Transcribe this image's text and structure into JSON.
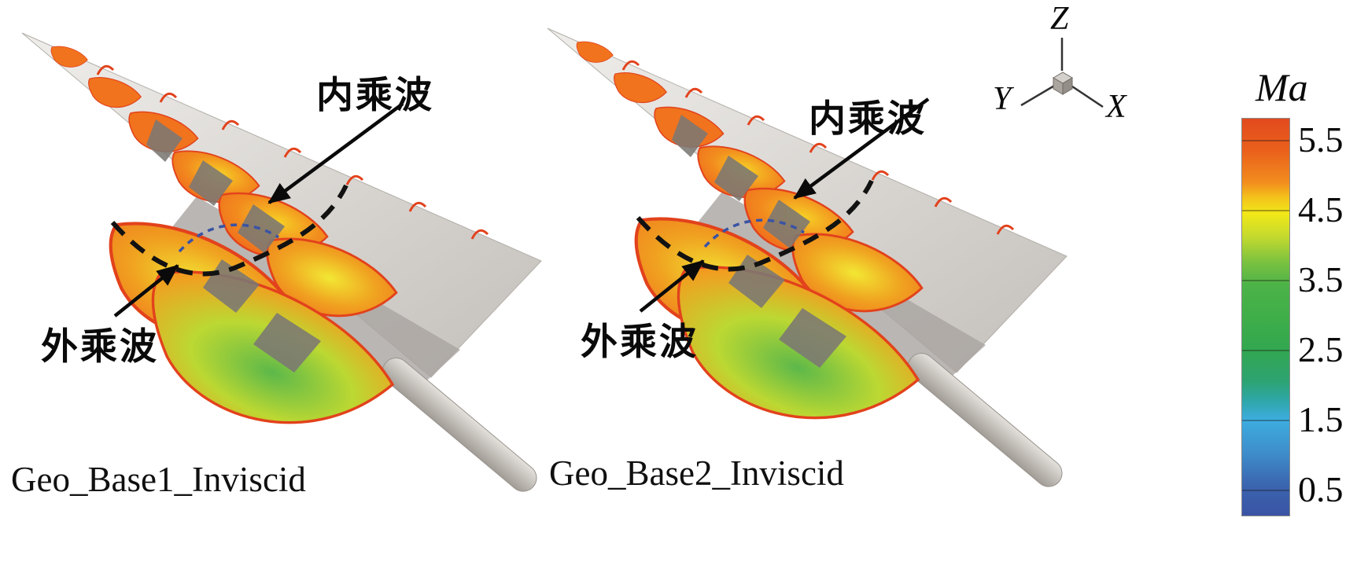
{
  "figure": {
    "background": "#ffffff",
    "panels": [
      {
        "caption": "Geo_Base1_Inviscid",
        "inner_wave_label": "内乘波",
        "outer_wave_label": "外乘波"
      },
      {
        "caption": "Geo_Base2_Inviscid",
        "inner_wave_label": "内乘波",
        "outer_wave_label": "外乘波"
      }
    ],
    "triad": {
      "z": "Z",
      "y": "Y",
      "x": "X"
    },
    "colorbar": {
      "title": "Ma",
      "ticks": [
        "5.5",
        "4.5",
        "3.5",
        "2.5",
        "1.5",
        "0.5"
      ]
    }
  },
  "chart_data": {
    "type": "heatmap",
    "title": "",
    "panels": [
      "Geo_Base1_Inviscid",
      "Geo_Base2_Inviscid"
    ],
    "annotations": [
      "内乘波",
      "外乘波"
    ],
    "axes_triad": [
      "Z",
      "Y",
      "X"
    ],
    "colorbar": {
      "label": "Ma",
      "min": 0.5,
      "max": 5.5,
      "tick_values": [
        5.5,
        4.5,
        3.5,
        2.5,
        1.5,
        0.5
      ],
      "colors_top_to_bottom": [
        "#e24a1e",
        "#f28c1e",
        "#f2e818",
        "#7cc23f",
        "#3fae49",
        "#33a74f",
        "#2da371",
        "#3dace0",
        "#3b66b0",
        "#3a53a4"
      ]
    }
  }
}
